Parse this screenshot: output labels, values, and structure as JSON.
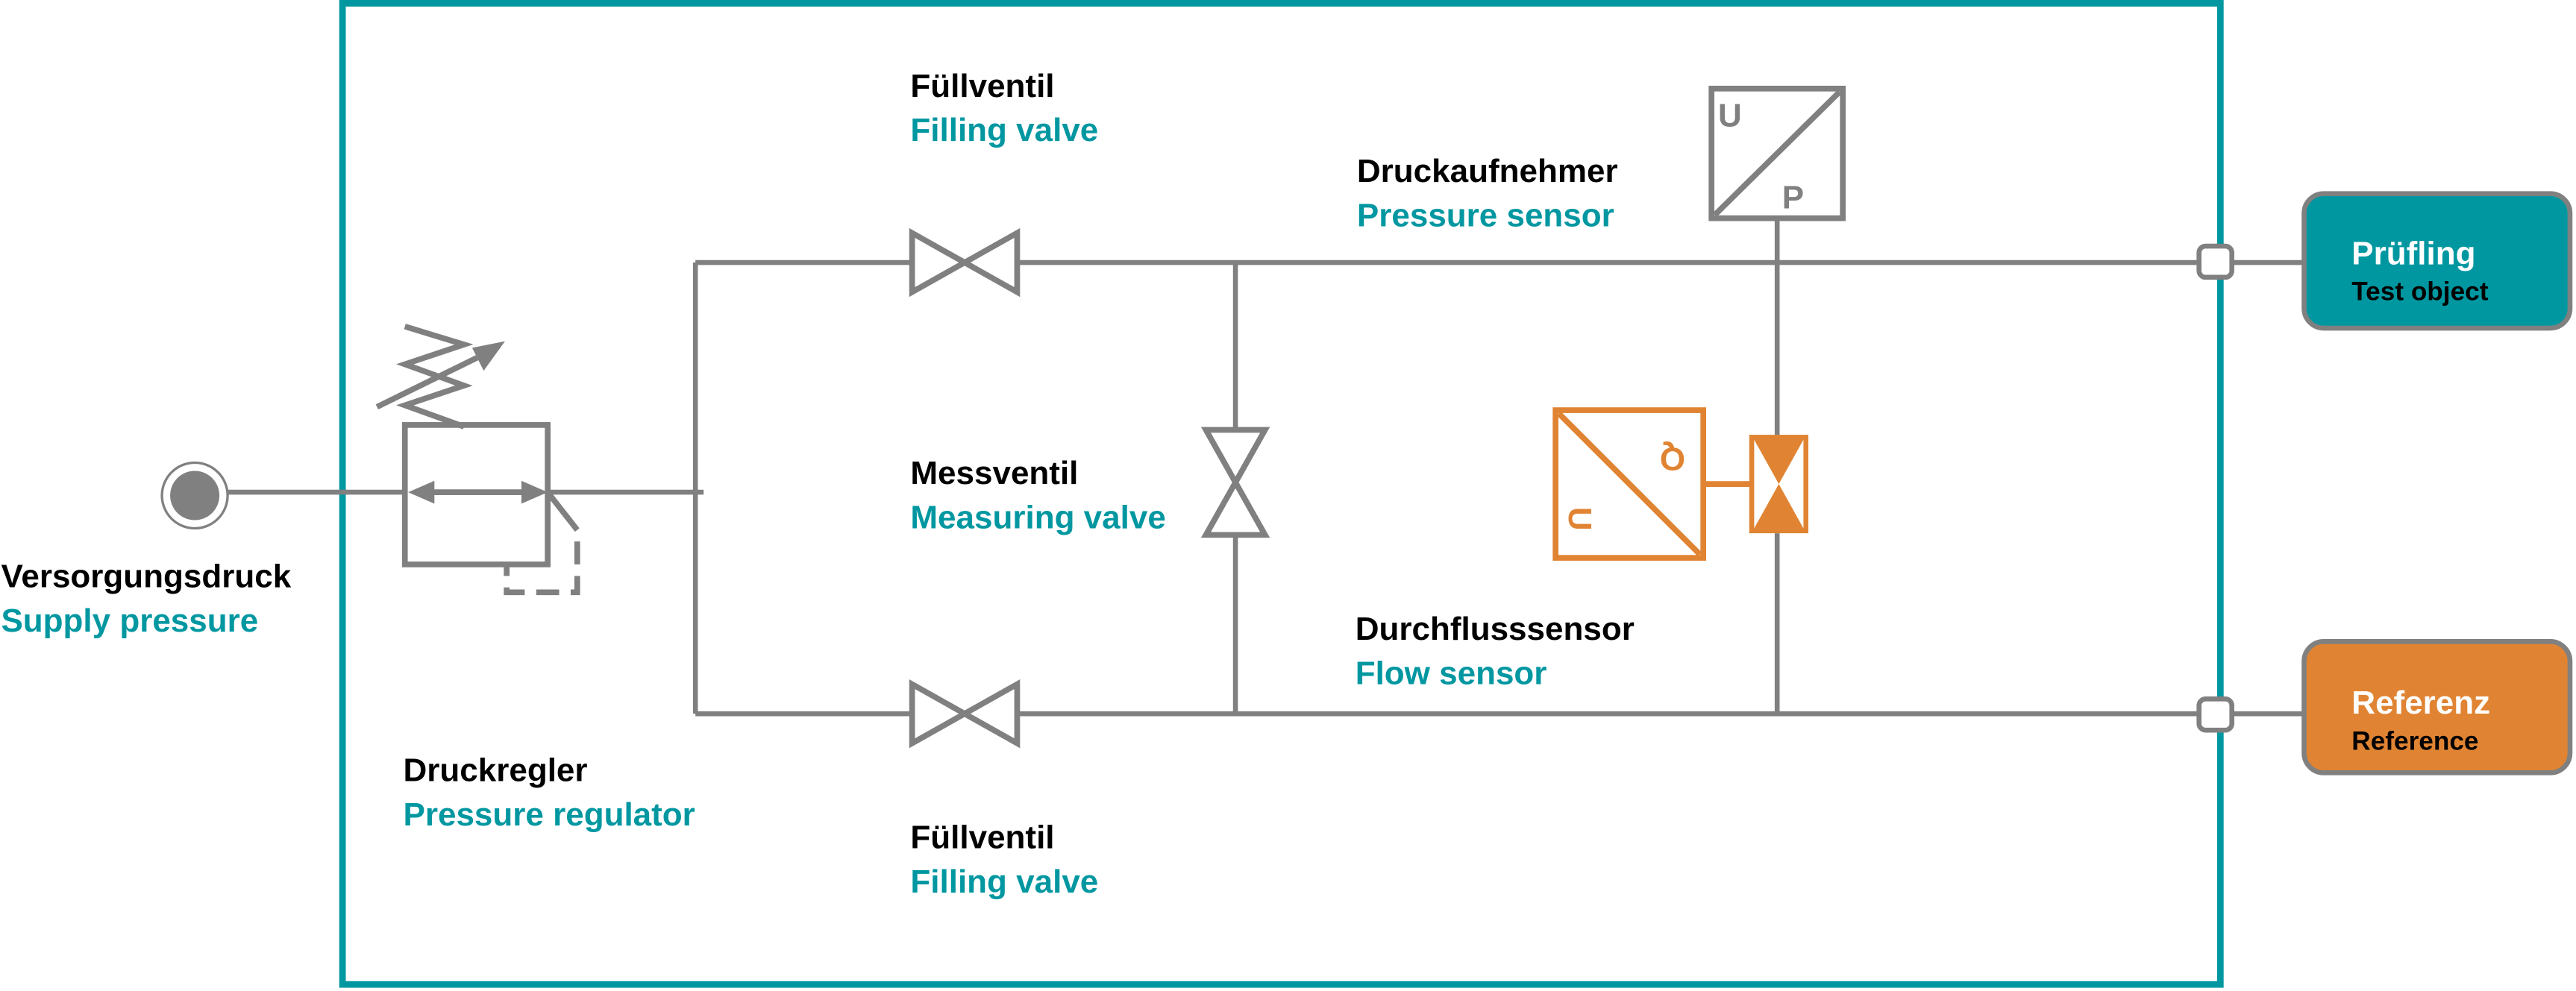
{
  "diagram": {
    "colors": {
      "frame": "#0097a1",
      "lines": "#808080",
      "flow_sensor": "#e08433",
      "label_de": "#000000",
      "label_en": "#0097a1",
      "test_object_fill": "#0097a1",
      "reference_fill": "#e08433"
    },
    "supply": {
      "de": "Versorgungsdruck",
      "en": "Supply pressure"
    },
    "pressure_regulator": {
      "de": "Druckregler",
      "en": "Pressure regulator"
    },
    "filling_valve_top": {
      "de": "Füllventil",
      "en": "Filling valve"
    },
    "filling_valve_bottom": {
      "de": "Füllventil",
      "en": "Filling valve"
    },
    "measuring_valve": {
      "de": "Messventil",
      "en": "Measuring valve"
    },
    "pressure_sensor": {
      "de": "Druckaufnehmer",
      "en": "Pressure sensor",
      "letter_in": "U",
      "letter_out": "P"
    },
    "flow_sensor": {
      "de": "Durchflusssensor",
      "en": "Flow sensor",
      "letter_in": "U",
      "letter_out": "Q"
    },
    "test_object": {
      "de": "Prüfling",
      "en": "Test object"
    },
    "reference": {
      "de": "Referenz",
      "en": "Reference"
    }
  }
}
